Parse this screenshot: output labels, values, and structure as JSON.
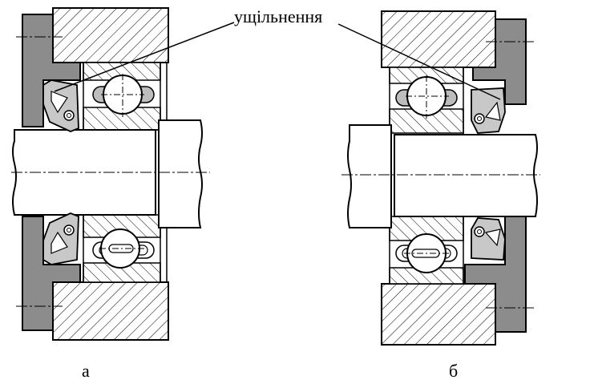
{
  "labels": {
    "callout": "ущільнення",
    "left_caption": "а",
    "right_caption": "б"
  },
  "colors": {
    "housing_gray": "#8c8c8c",
    "seal_gray": "#c8c8c8",
    "cage_gray": "#bdbdbd",
    "line": "#000000",
    "background": "#ffffff"
  }
}
